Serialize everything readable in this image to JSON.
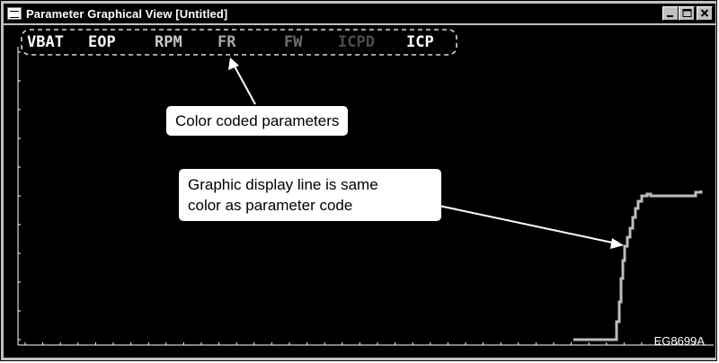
{
  "window": {
    "title": "Parameter Graphical View [Untitled]",
    "minimize_label": "_",
    "maximize_label": "□",
    "close_label": "×"
  },
  "parameters": [
    {
      "code": "VBAT",
      "color": "#ffffff"
    },
    {
      "code": "EOP",
      "color": "#f2f2f2"
    },
    {
      "code": "RPM",
      "color": "#c8c8c8"
    },
    {
      "code": "FR",
      "color": "#a9a9a9"
    },
    {
      "code": "FW",
      "color": "#6e6e6e"
    },
    {
      "code": "ICPD",
      "color": "#4d4d4d"
    },
    {
      "code": "ICP",
      "color": "#ffffff"
    }
  ],
  "callouts": {
    "color_coded": "Color coded parameters",
    "line_1": "Graphic display line is same",
    "line_2": "color as parameter code"
  },
  "figure_code": "EG8699A",
  "colors": {
    "plot_background": "#000000",
    "graph_line": "#bdbdbd",
    "window_frame": "#c0c0c0"
  }
}
